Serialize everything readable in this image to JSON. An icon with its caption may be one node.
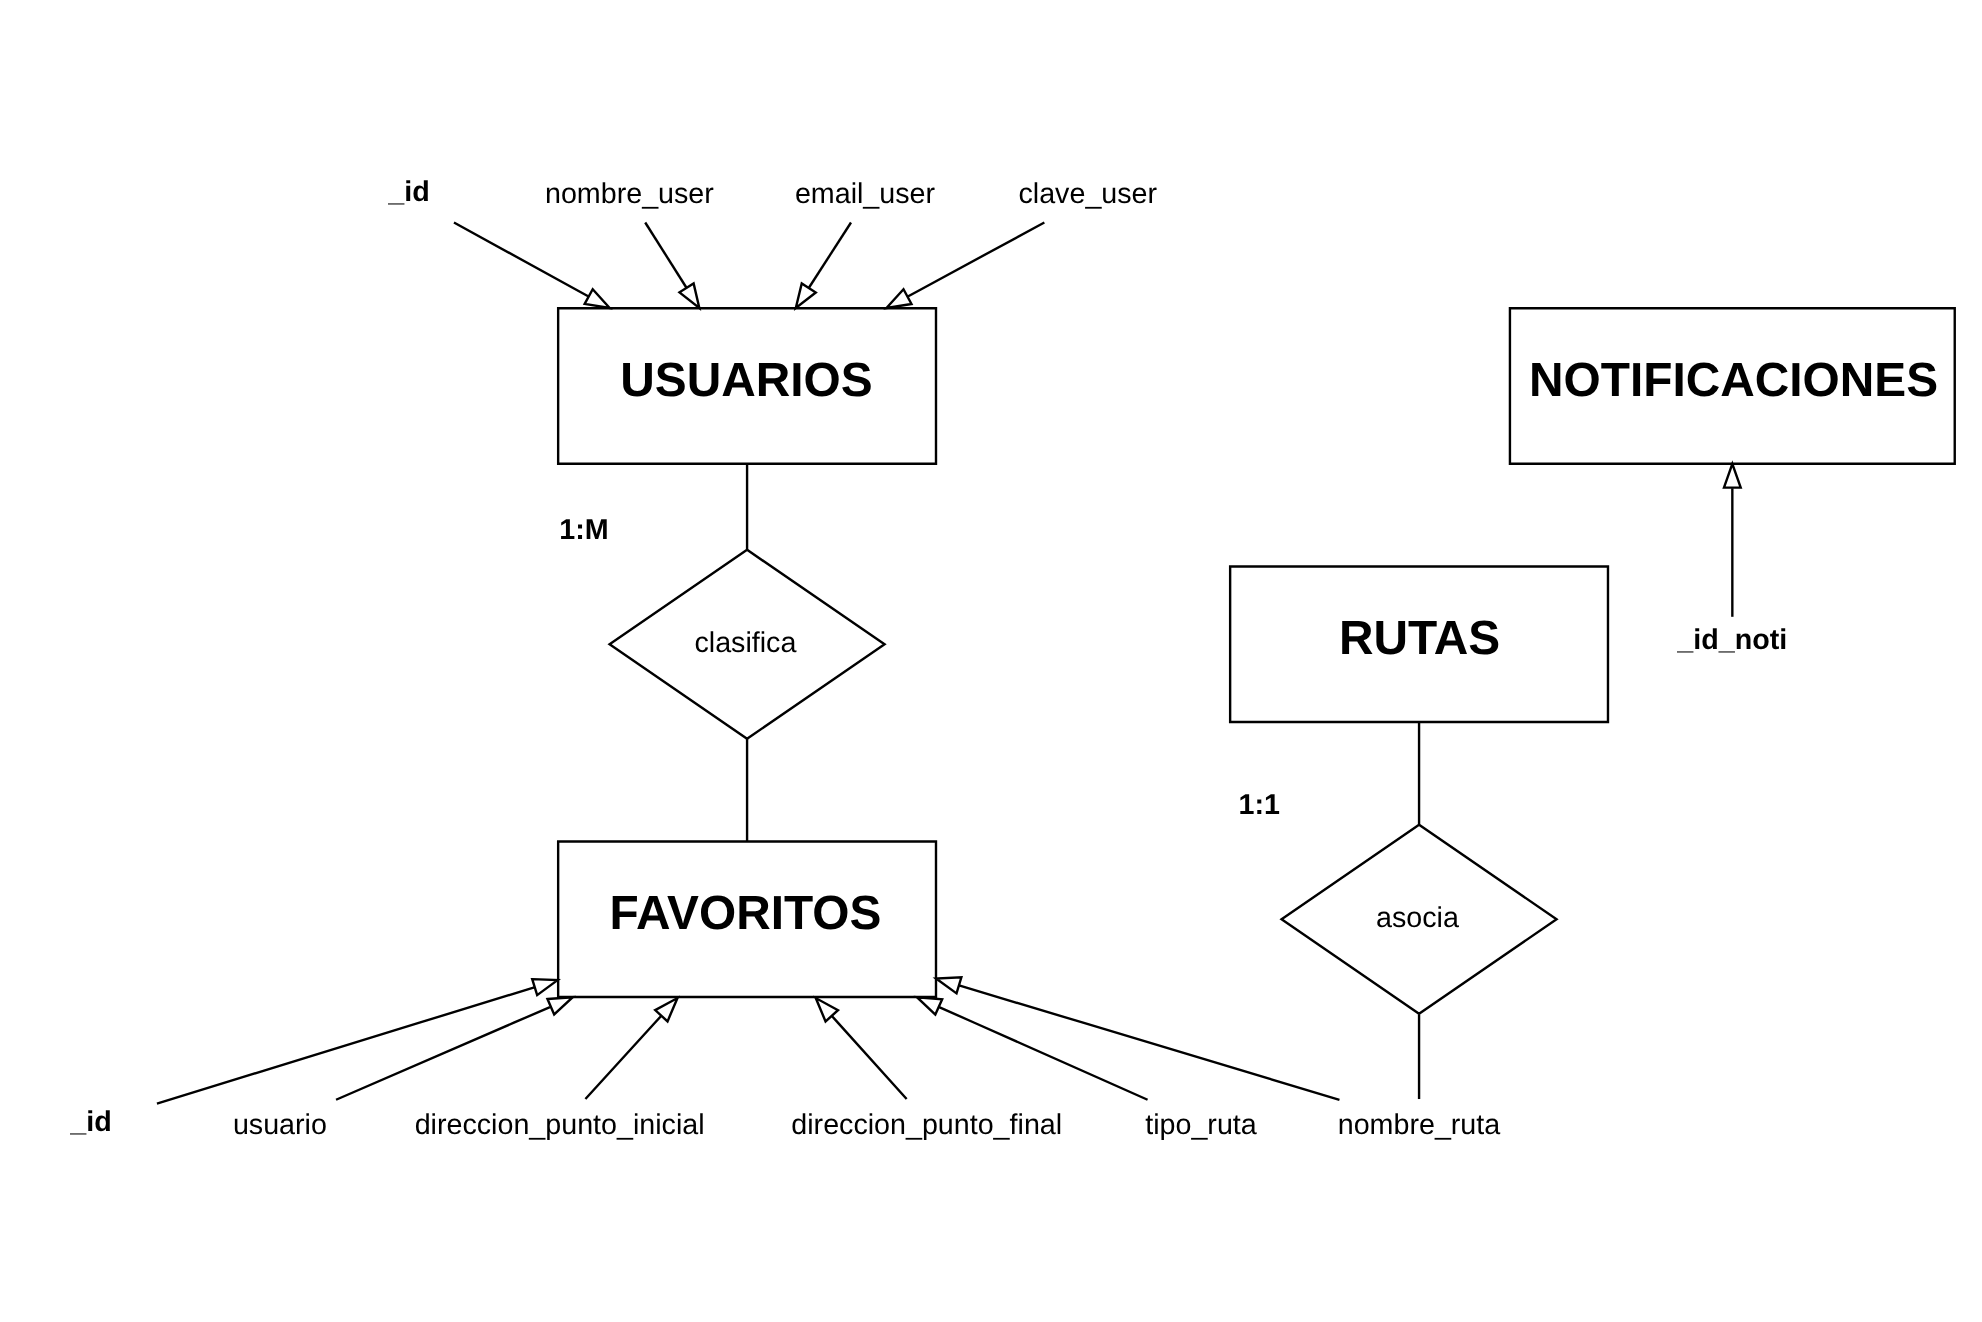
{
  "diagram": {
    "nodes": [
      {
        "text": [
          "_id"
        ]
      },
      {
        "text": [
          "nombre_user"
        ]
      },
      {
        "text": [
          "email_user"
        ]
      },
      {
        "text": [
          "clave_user"
        ]
      },
      {
        "text": [
          "USUARIOS"
        ]
      },
      {
        "text": [
          "NOTIFICACIONES"
        ]
      },
      {
        "text": [
          "_id_noti"
        ]
      },
      {
        "text": [
          "clasifica"
        ],
        "beside": [
          "1:M"
        ]
      },
      {
        "text": [
          "RUTAS"
        ]
      },
      {
        "text": [
          "asocia"
        ],
        "beside": [
          "1:1"
        ]
      },
      {
        "text": [
          "FAVORITOS"
        ]
      },
      {
        "text": [
          "_id"
        ]
      },
      {
        "text": [
          "usuario"
        ]
      },
      {
        "text": [
          "direccion_punto_inicial"
        ]
      },
      {
        "text": [
          "direccion_punto_final"
        ]
      },
      {
        "text": [
          "tipo_ruta"
        ]
      },
      {
        "text": [
          "nombre_ruta"
        ]
      }
    ],
    "edges": [
      {
        "from": 0,
        "to": 4,
        "arrow": "to"
      },
      {
        "from": 1,
        "to": 4,
        "arrow": "to"
      },
      {
        "from": 2,
        "to": 4,
        "arrow": "to"
      },
      {
        "from": 3,
        "to": 4,
        "arrow": "to"
      },
      {
        "from": 6,
        "to": 5,
        "arrow": "to"
      },
      {
        "from": 4,
        "to": 7,
        "arrow": "none"
      },
      {
        "from": 7,
        "to": 10,
        "arrow": "none"
      },
      {
        "from": 8,
        "to": 9,
        "arrow": "none"
      },
      {
        "from": 9,
        "to": 16,
        "arrow": "none"
      },
      {
        "from": 11,
        "to": 10,
        "arrow": "to"
      },
      {
        "from": 12,
        "to": 10,
        "arrow": "to"
      },
      {
        "from": 13,
        "to": 10,
        "arrow": "to"
      },
      {
        "from": 14,
        "to": 10,
        "arrow": "to"
      },
      {
        "from": 15,
        "to": 10,
        "arrow": "to"
      },
      {
        "from": 16,
        "to": 10,
        "arrow": "to"
      }
    ]
  }
}
